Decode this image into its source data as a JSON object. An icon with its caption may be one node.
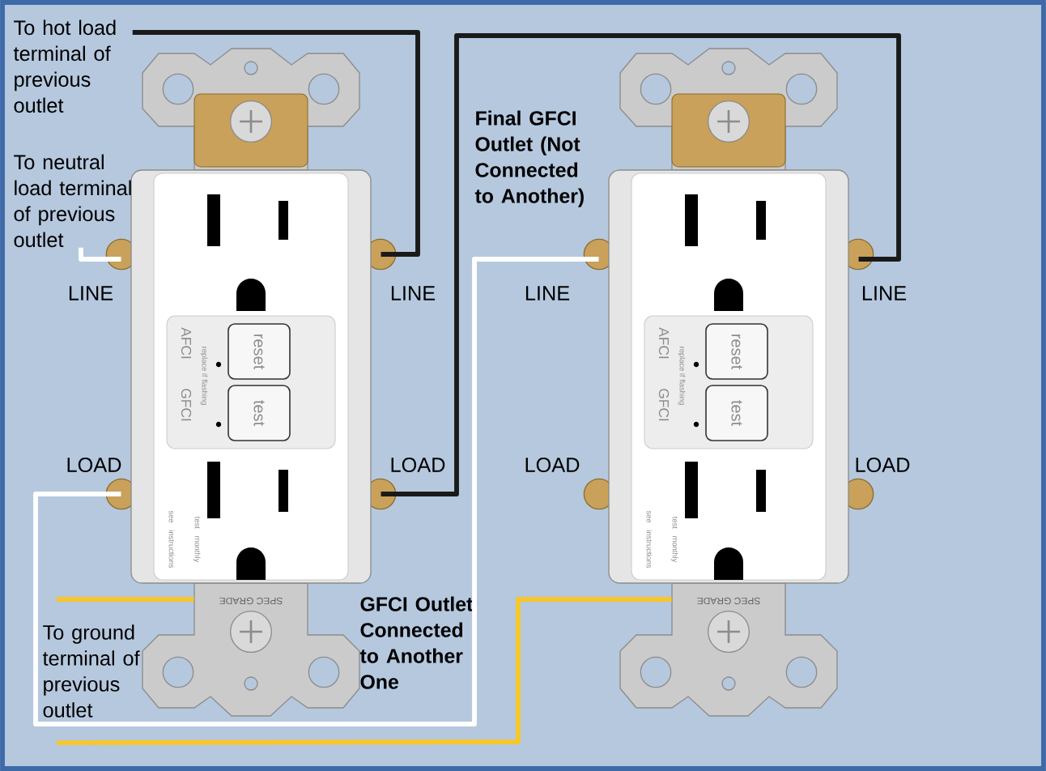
{
  "diagram": {
    "nodes": [
      {
        "text": [
          "To hot load terminal of previous outlet"
        ]
      },
      {
        "text": [
          "To neutral load terminal of previous outlet"
        ]
      },
      {
        "text": [
          "To ground terminal of previous outlet"
        ]
      },
      {
        "text": [],
        "shape": "picture",
        "beside": [
          "GFCI Outlet Connected to Another One"
        ]
      },
      {
        "text": [],
        "shape": "picture",
        "beside": [
          "Final GFCI Outlet (Not Connected to Another)"
        ]
      }
    ],
    "edges": [
      {
        "from": 0,
        "to": 3,
        "arrow": "none"
      },
      {
        "from": 1,
        "to": 3,
        "arrow": "none",
        "color": "#ffffff"
      },
      {
        "from": 2,
        "to": 3,
        "arrow": "none",
        "color": "#f7c62a"
      },
      {
        "from": 2,
        "to": 4,
        "arrow": "none",
        "color": "#f7c62a"
      },
      {
        "from": 3,
        "to": 4,
        "arrow": "none",
        "color": "#ffffff"
      },
      {
        "from": 3,
        "to": 4,
        "arrow": "none"
      }
    ],
    "labels": [
      "LINE",
      "LINE",
      "LINE",
      "LINE",
      "reset",
      "test",
      "AFCI",
      "GFCI",
      "replace if flashing",
      "reset",
      "test",
      "AFCI",
      "GFCI",
      "replace if flashing",
      "LOAD",
      "LOAD",
      "LOAD",
      "LOAD",
      "test monthly see instructions",
      "test monthly see instructions",
      "SPEC GRADE",
      "SPEC GRADE"
    ]
  }
}
